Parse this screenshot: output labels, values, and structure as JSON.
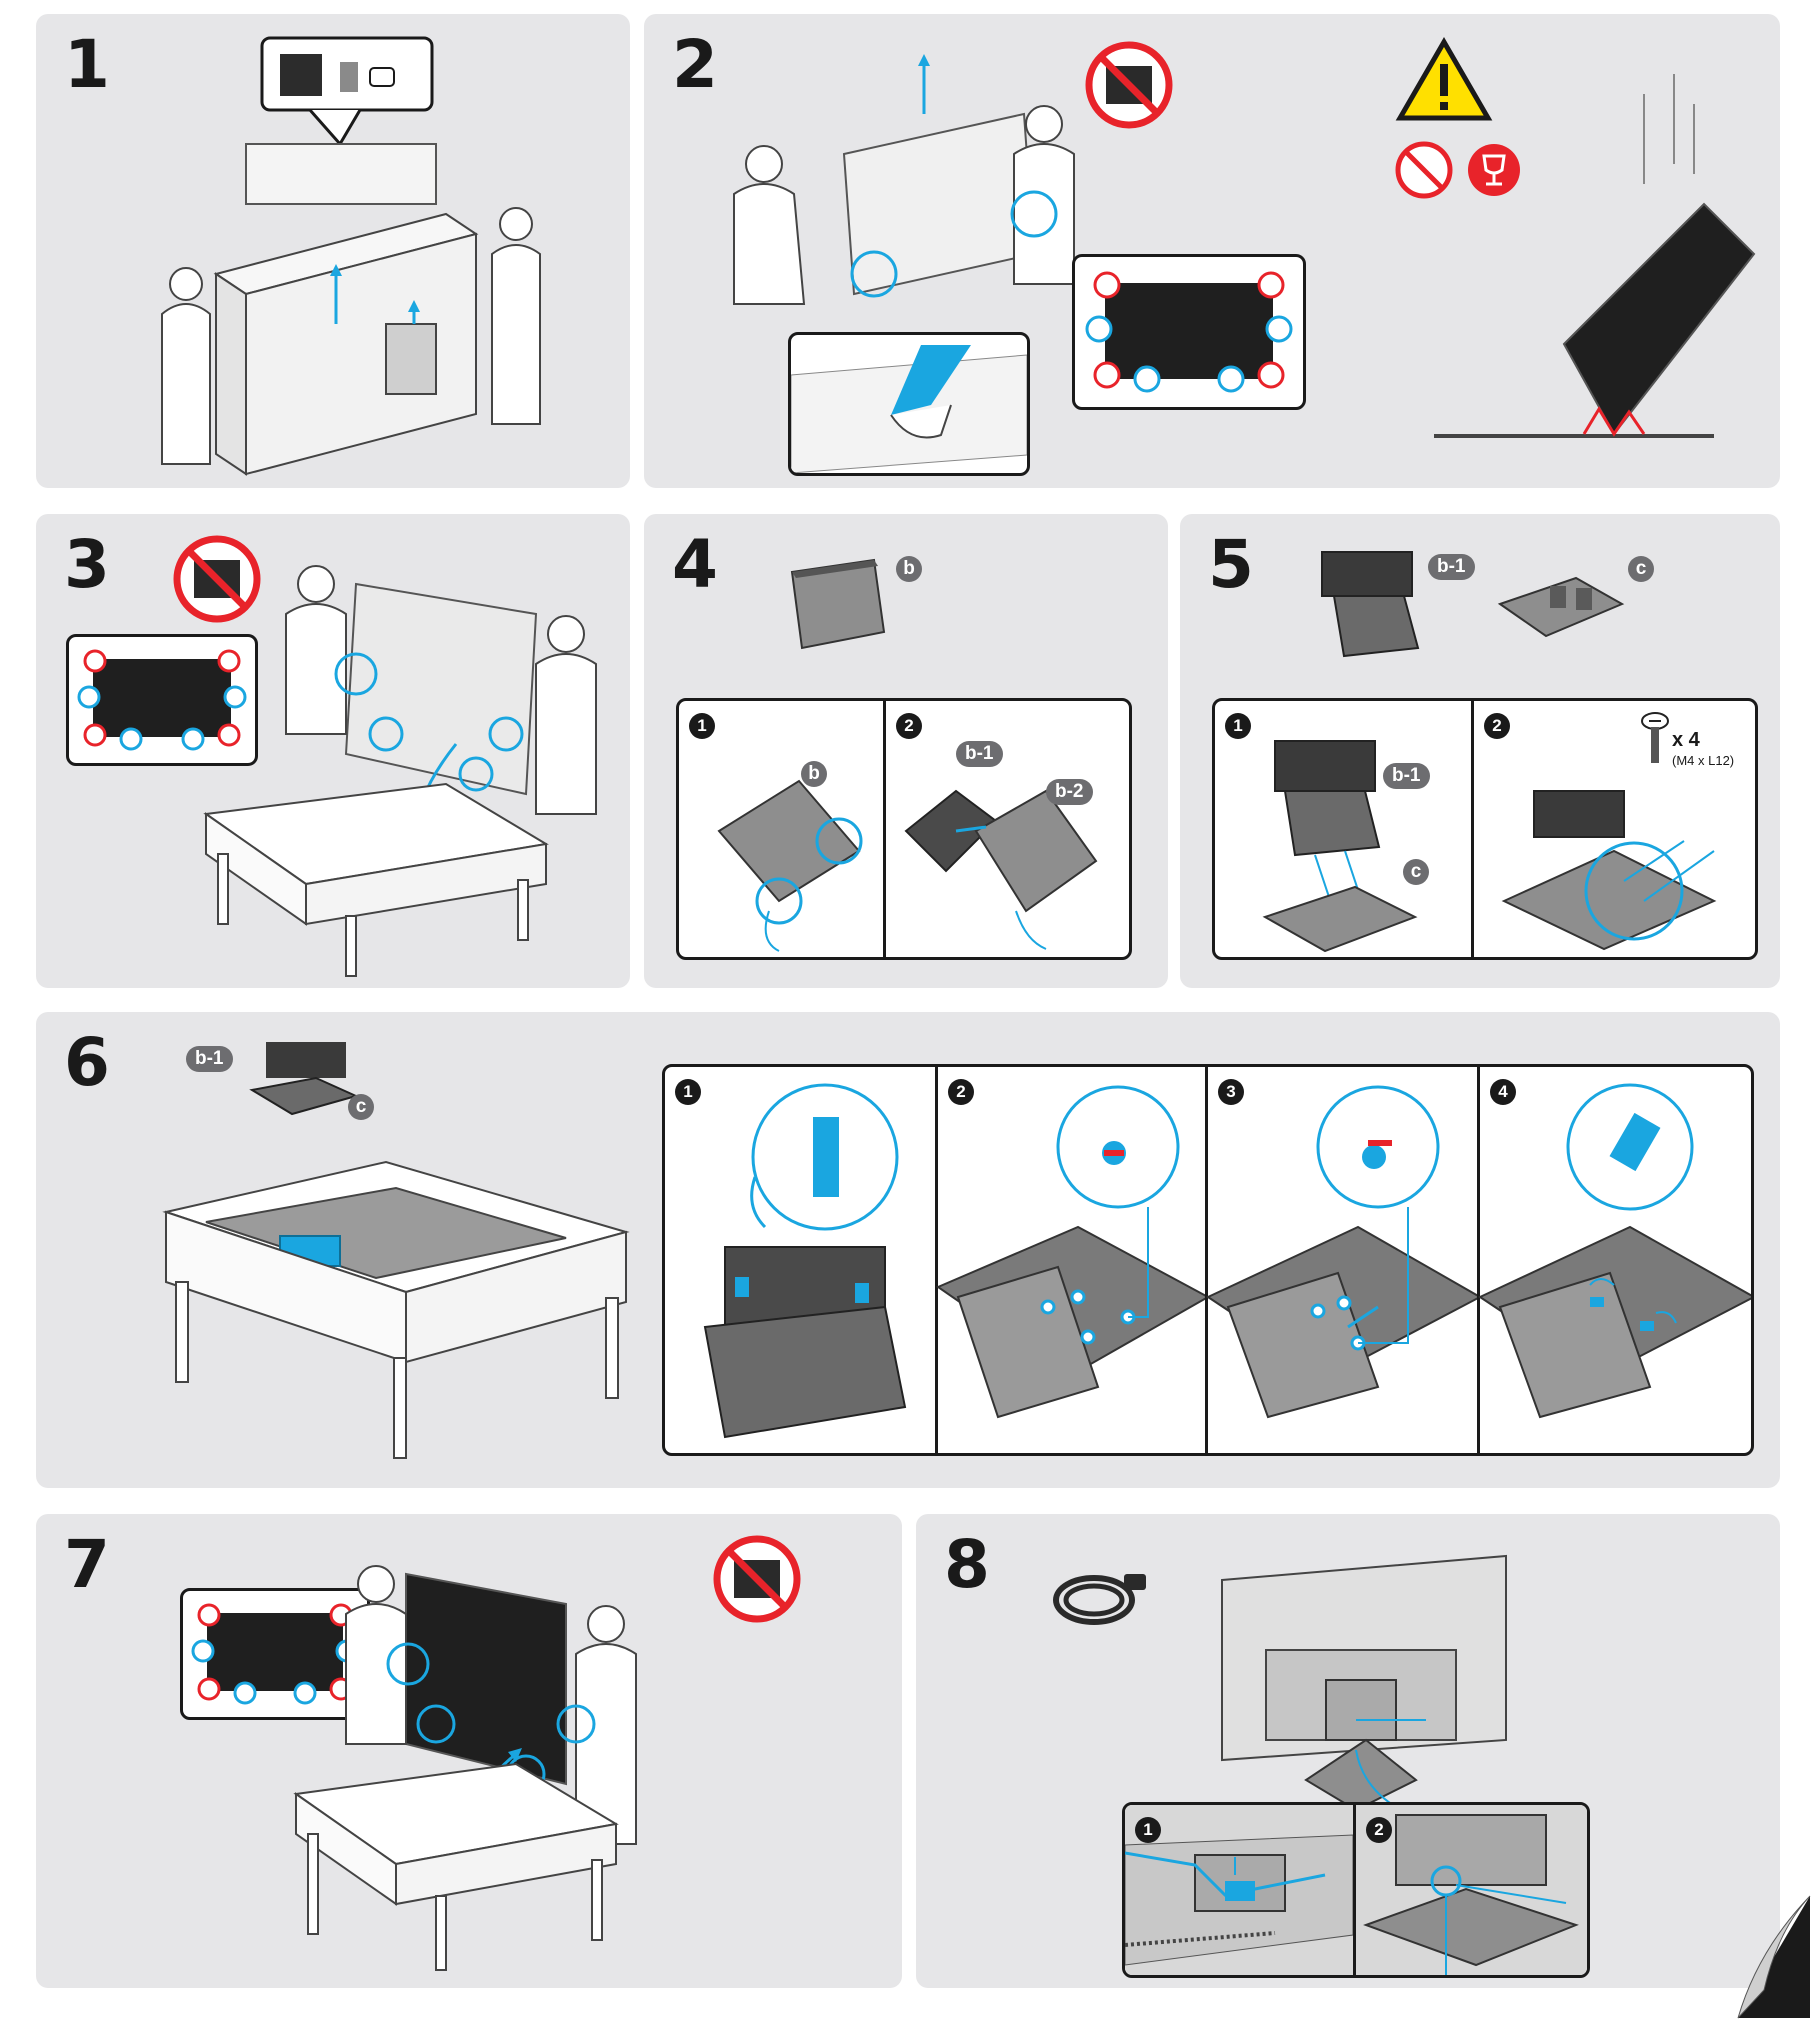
{
  "steps": [
    {
      "number": "1"
    },
    {
      "number": "2"
    },
    {
      "number": "3"
    },
    {
      "number": "4",
      "label_b": "b",
      "sub_labels": [
        "b",
        "b-1",
        "b-2"
      ]
    },
    {
      "number": "5",
      "label_b1": "b-1",
      "label_c": "c",
      "sub_labels": [
        "b-1",
        "c"
      ],
      "screw_qty": "x 4",
      "screw_spec": "(M4 x L12)"
    },
    {
      "number": "6",
      "label_b1": "b-1",
      "label_c": "c"
    },
    {
      "number": "7"
    },
    {
      "number": "8"
    }
  ],
  "substep_numbers": [
    "1",
    "2",
    "3",
    "4"
  ],
  "colors": {
    "accent": "#1aa6e0",
    "warning": "#e8232a",
    "panel": "#e6e6e8",
    "caution_yellow": "#ffe000"
  }
}
